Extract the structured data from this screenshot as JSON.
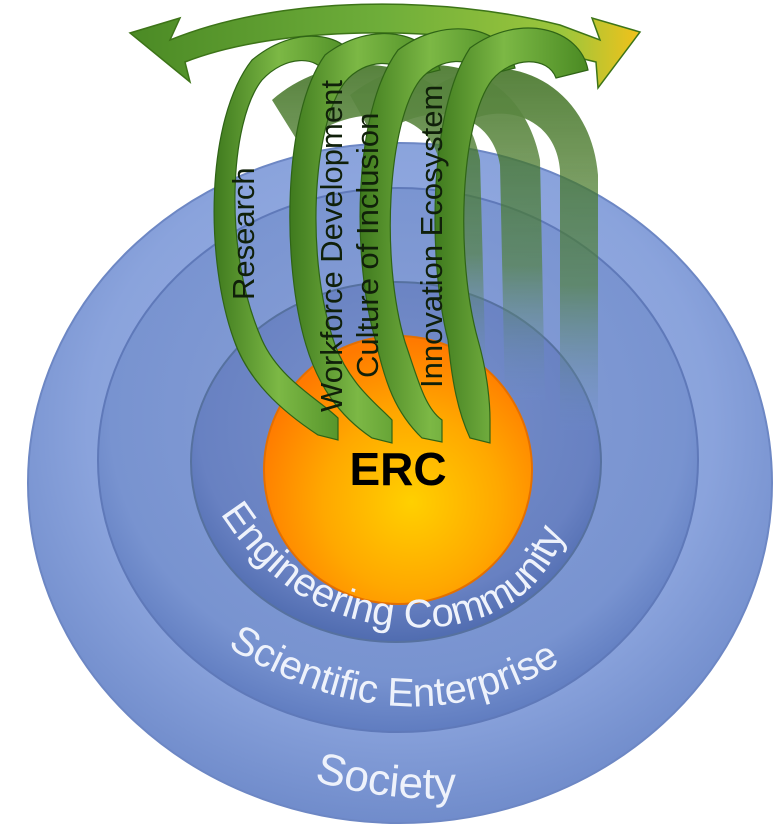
{
  "diagram": {
    "core": {
      "label": "ERC",
      "color": "#ff9900"
    },
    "rings": [
      {
        "label": "Society",
        "color": "#6f8fcf"
      },
      {
        "label": "Scientific Enterprise",
        "color": "#5f7fc2"
      },
      {
        "label": "Engineering Community",
        "color": "#5774b7"
      }
    ],
    "arrows": [
      {
        "label": "Research"
      },
      {
        "label": "Workforce Development"
      },
      {
        "label": "Culture of Inclusion"
      },
      {
        "label": "Innovation Ecosystem"
      }
    ],
    "colors": {
      "arrow_green": "#5c9a2e",
      "arrow_dark_green": "#2f6416",
      "ring_blue": "#6f8fcf",
      "core_orange": "#ff9900",
      "core_yellow": "#ffc400"
    }
  }
}
